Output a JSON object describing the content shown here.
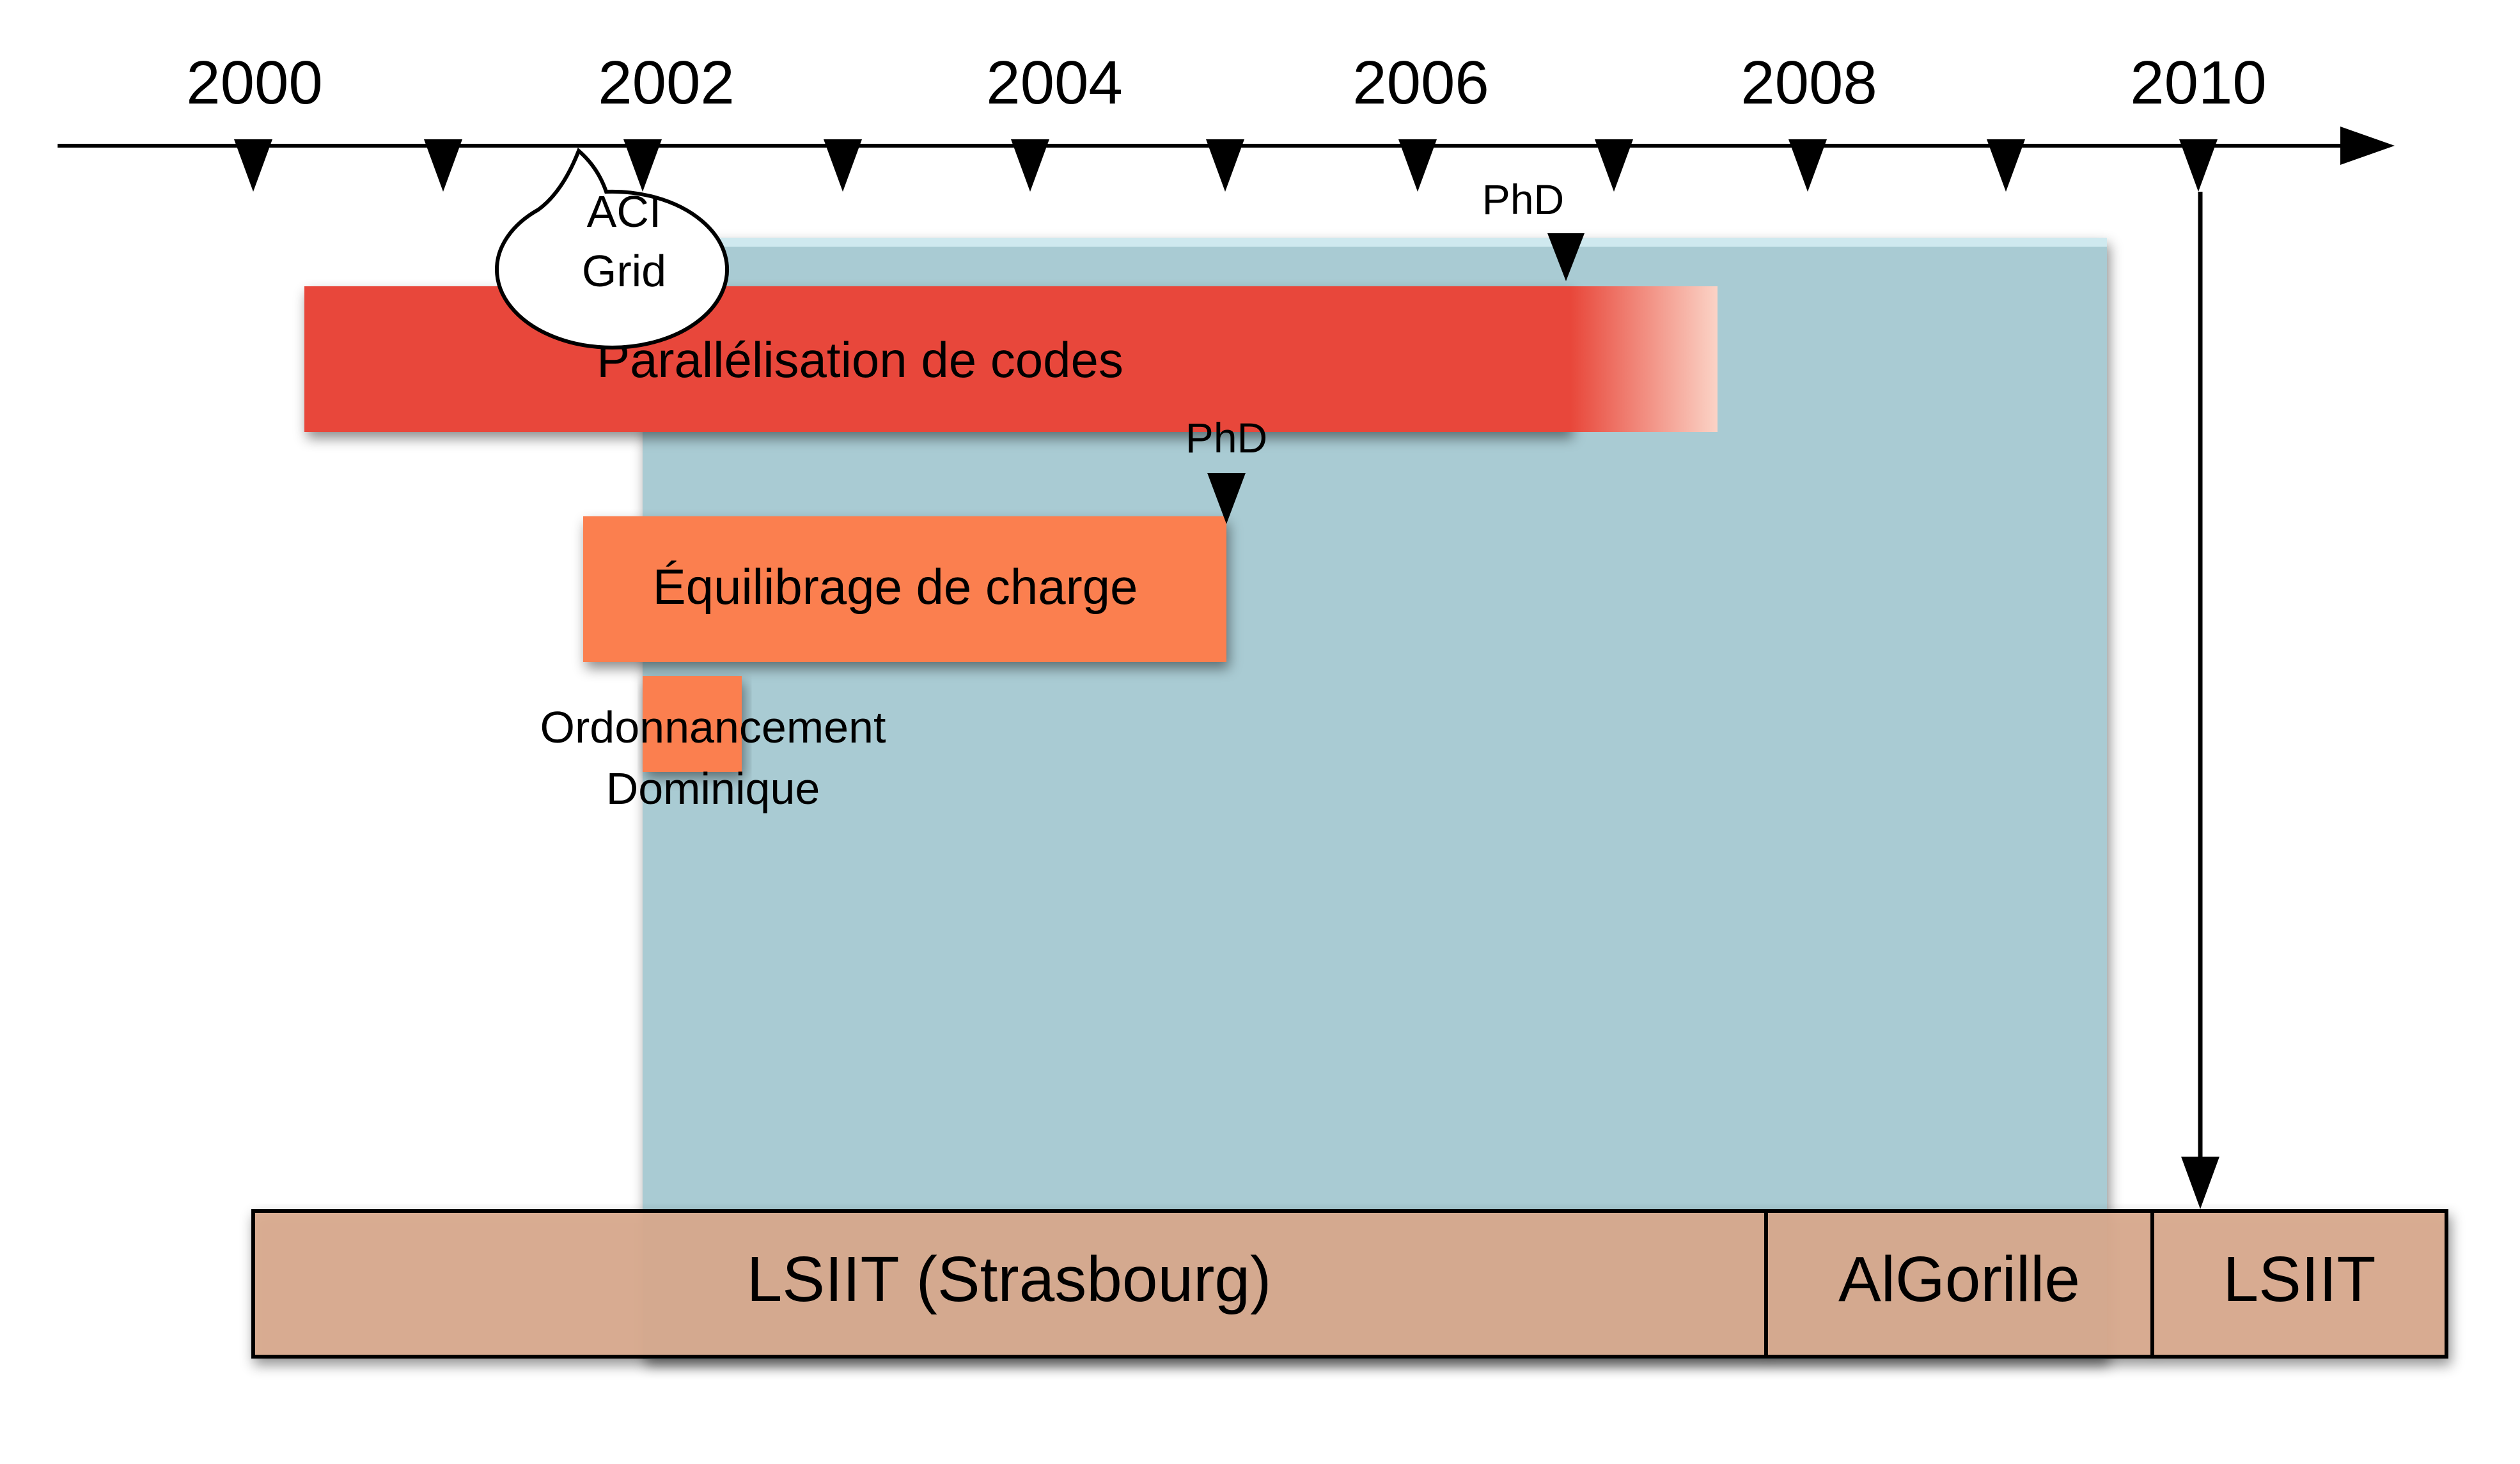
{
  "axis": {
    "year_labels": [
      "2000",
      "2002",
      "2004",
      "2006",
      "2008",
      "2010"
    ]
  },
  "callout": {
    "line1": "ACI",
    "line2": "Grid"
  },
  "bars": {
    "parallelisation": {
      "label": "Parallélisation de codes",
      "color": "#e8473a",
      "milestone": "PhD"
    },
    "equilibrage": {
      "label": "Équilibrage de charge",
      "color": "#fb7f50",
      "milestone": "PhD"
    },
    "ordonnancement": {
      "label_line1": "Ordonnancement",
      "label_line2": "Dominique",
      "color": "#fb7f50"
    }
  },
  "background_period": {
    "color": "#a9cbd3"
  },
  "labs": [
    {
      "label": "LSIIT (Strasbourg)"
    },
    {
      "label": "AlGorille"
    },
    {
      "label": "LSIIT"
    }
  ],
  "colors": {
    "lab_fill": "#d9a98d",
    "axis": "#000000"
  }
}
